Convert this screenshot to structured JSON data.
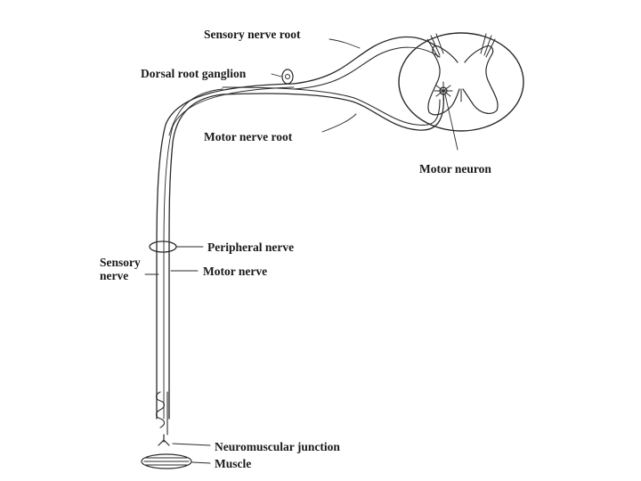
{
  "labels": {
    "sensory_nerve_root": "Sensory nerve root",
    "dorsal_root_ganglion": "Dorsal root ganglion",
    "motor_nerve_root": "Motor nerve root",
    "motor_neuron": "Motor neuron",
    "peripheral_nerve": "Peripheral nerve",
    "sensory_nerve": "Sensory\nnerve",
    "motor_nerve": "Motor nerve",
    "neuromuscular_junction": "Neuromuscular junction",
    "muscle": "Muscle"
  }
}
